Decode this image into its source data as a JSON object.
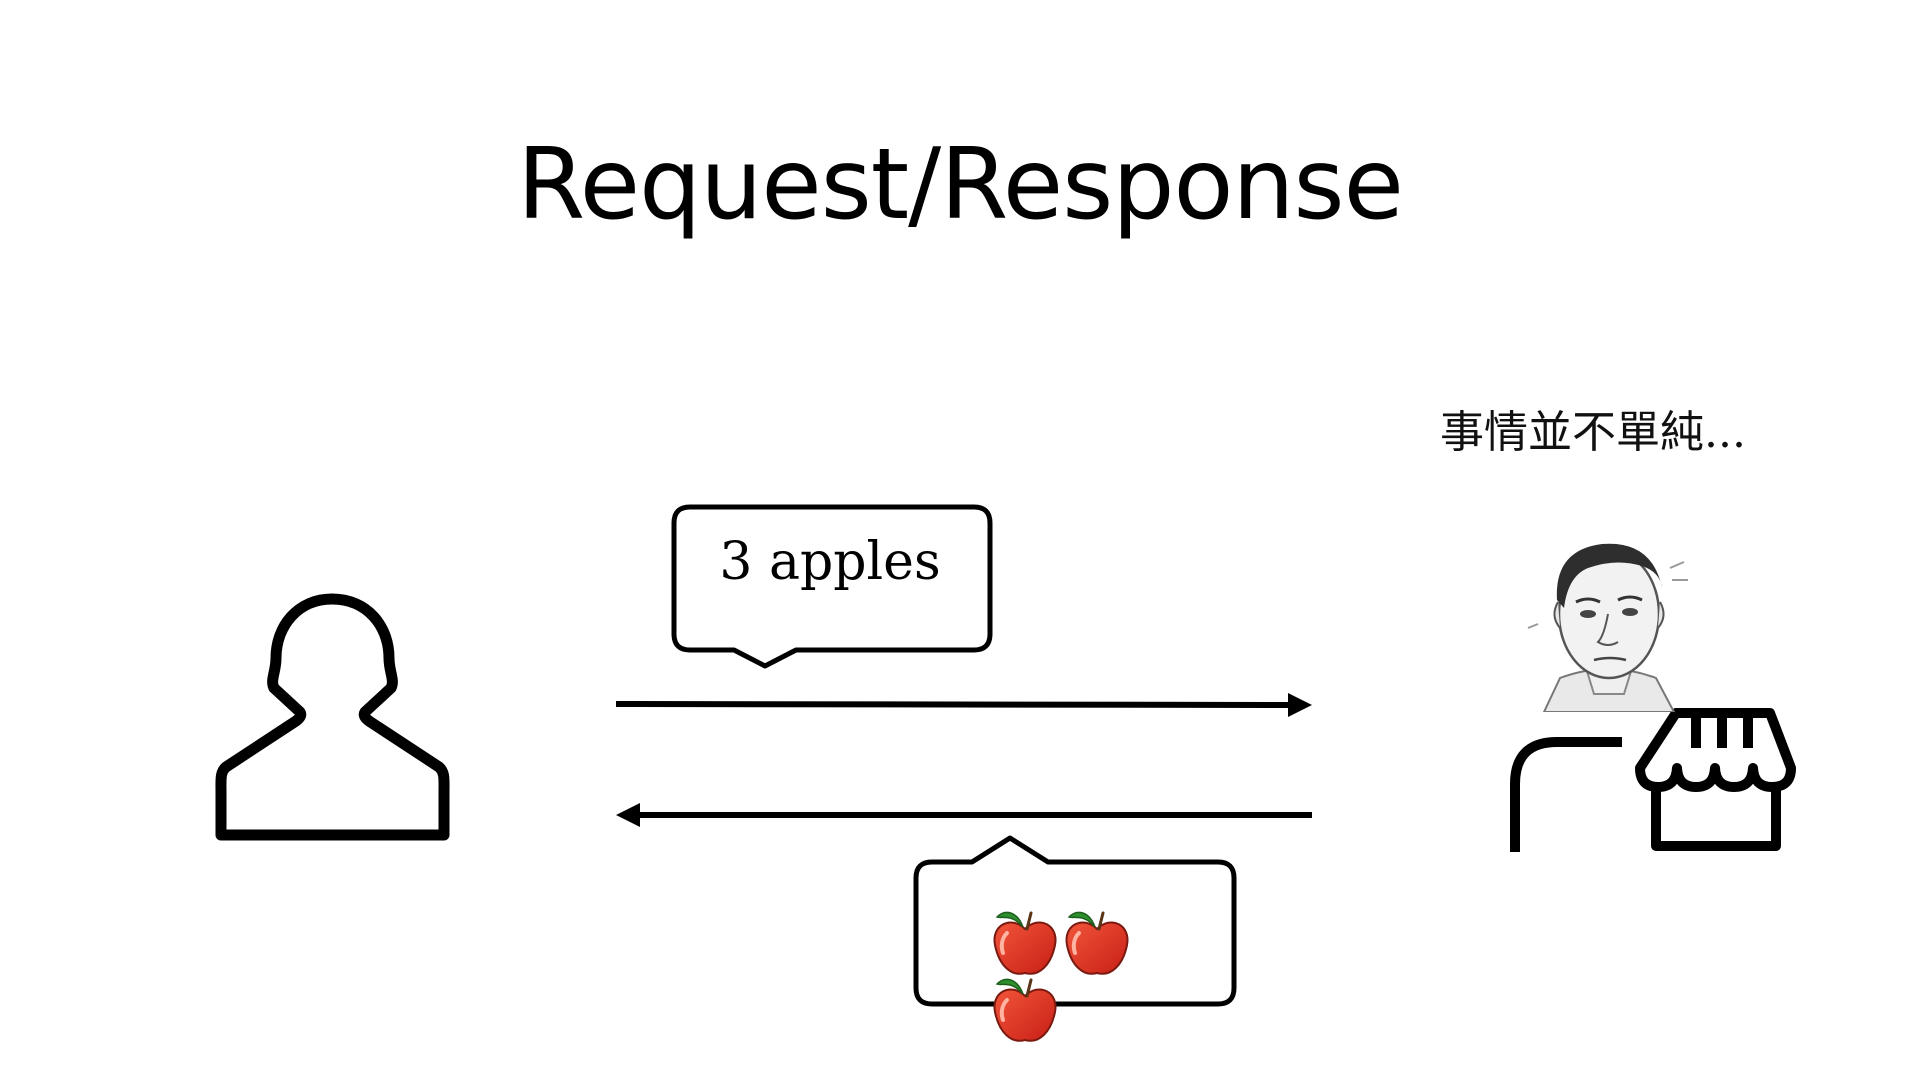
{
  "slide": {
    "title": "Request/Response",
    "note": "事情並不單純...",
    "request_label": "3 apples",
    "response_apple_count": 3
  },
  "icons": [
    "person-icon",
    "shop-icon",
    "apple-icon",
    "face-illustration"
  ]
}
